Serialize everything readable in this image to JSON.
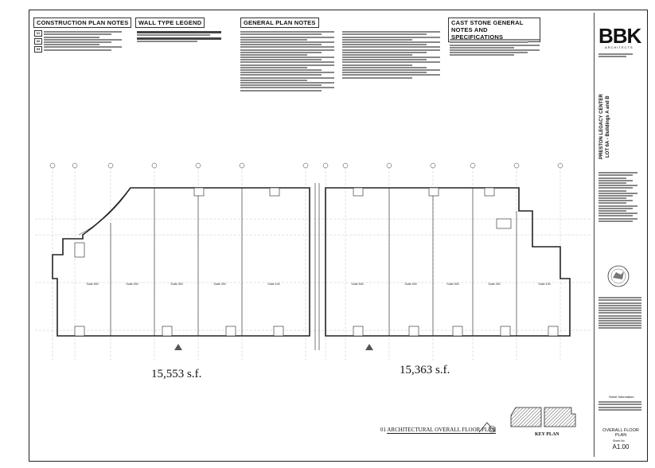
{
  "notes": {
    "construction": {
      "title": "CONSTRUCTION PLAN NOTES",
      "keys": [
        "01",
        "02",
        "03"
      ]
    },
    "wall_type": {
      "title": "WALL TYPE LEGEND"
    },
    "general": {
      "title": "GENERAL PLAN NOTES"
    },
    "cast_stone": {
      "title": "CAST STONE GENERAL NOTES AND SPECIFICATIONS"
    }
  },
  "plan": {
    "area_a": "15,553 s.f.",
    "area_b": "15,363 s.f.",
    "drawing_number": "01",
    "drawing_title": "ARCHITECTURAL OVERALL FLOOR PLAN",
    "key_plan_label": "KEY PLAN",
    "suites_a": [
      "Suite 500",
      "Suite 400",
      "Suite 300",
      "Suite 200",
      "Suite 100"
    ],
    "suites_b": [
      "Suite 500",
      "Suite 400",
      "Suite 300",
      "Suite 200",
      "Suite 100"
    ]
  },
  "titleblock": {
    "logo": "BBK",
    "logo_sub": "ARCHITECTS",
    "project_name": "PRESTON LEGACY CENTER",
    "project_sub": "LOT 6A - Buildings A and B",
    "sheet_info_label": "Sheet Information",
    "sheet_title": "OVERALL FLOOR PLAN",
    "sheet_no_label": "Sheet No.",
    "sheet_no": "A1.00"
  },
  "colors": {
    "line": "#222222",
    "faint": "#888888",
    "hatch": "#555555"
  }
}
